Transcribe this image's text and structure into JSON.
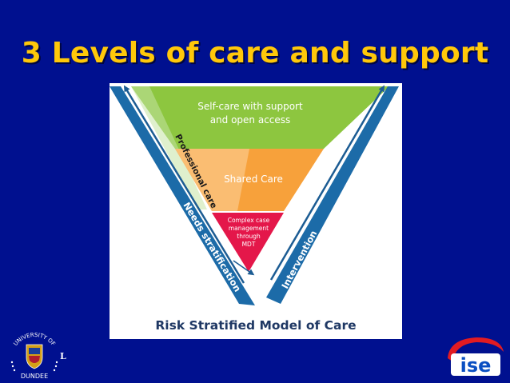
{
  "slide": {
    "title": "3 Levels of care and support"
  },
  "diagram": {
    "caption": "Risk Stratified Model of Care",
    "levels": [
      {
        "line1": "Self-care with support",
        "line2": "and open access",
        "color": "#8dc63f"
      },
      {
        "line1": "Shared Care",
        "color": "#f7a13b"
      },
      {
        "lines": [
          "Complex case",
          "management",
          "through",
          "MDT"
        ],
        "color": "#e4174a"
      }
    ],
    "side_labels": {
      "professional": "Professional care",
      "needs": "Needs stratification",
      "intervention": "Intervention"
    },
    "arrow_color": "#1c6ba8"
  },
  "logos": {
    "left_top": "UNIVERSITY OF",
    "left_bottom": "DUNDEE",
    "right": "ise"
  }
}
